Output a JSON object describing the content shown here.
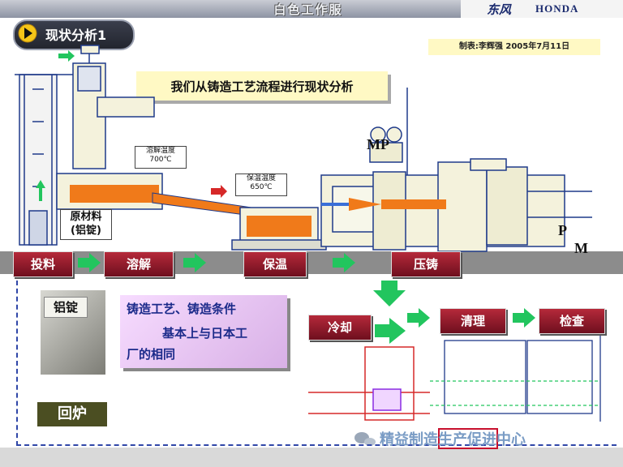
{
  "header": {
    "banner_title": "白色工作服",
    "brand_kanji": "东风",
    "brand_name": "HONDA"
  },
  "section": {
    "label": "现状分析1"
  },
  "meta": {
    "author_date": "制表:李辉强  2005年7月11日"
  },
  "headline": "我们从铸造工艺流程进行现状分析",
  "callouts": {
    "melt": {
      "title": "溶解温度",
      "value": "700℃"
    },
    "hold": {
      "title": "保温温度",
      "value": "650℃"
    },
    "raw_material": {
      "line1": "原材料",
      "line2": "(铝锭)"
    }
  },
  "machine_labels": {
    "mp": "MP",
    "p": "P",
    "m": "M"
  },
  "stages_top": [
    "投料",
    "溶解",
    "保温",
    "压铸"
  ],
  "stages_bottom": [
    "冷却",
    "清理",
    "检查"
  ],
  "ingot_label": "铝锭",
  "note": {
    "line1": "铸造工艺、铸造条件",
    "line2": "基本上与日本工",
    "line3": "厂的相同"
  },
  "return_label": "回炉",
  "watermark": "精益制造生产促进中心",
  "colors": {
    "stage_red": "#9b1b30",
    "arrow_green": "#22c55e",
    "molten_orange": "#f07a1a",
    "note_purple": "#e8c6f5",
    "highlight_yellow": "#fff9c4"
  }
}
